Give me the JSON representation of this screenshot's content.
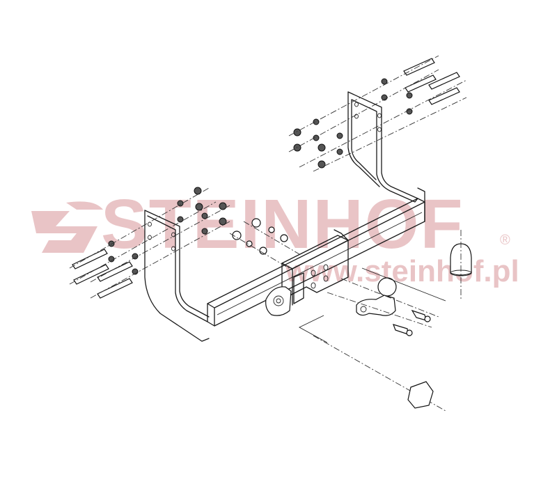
{
  "diagram": {
    "type": "exploded-assembly-drawing",
    "subject": "tow bar (hitch) assembly",
    "watermark": {
      "brand": "STEINHOF",
      "registered_mark": "®",
      "url": "www.steinhof.pl",
      "color": "#e9c4c6"
    },
    "parts": [
      {
        "name": "crossbeam",
        "label": ""
      },
      {
        "name": "left-mounting-bracket",
        "label": ""
      },
      {
        "name": "right-mounting-bracket",
        "label": ""
      },
      {
        "name": "tow-ball-neck",
        "label": ""
      },
      {
        "name": "ball-cover-cap",
        "label": ""
      },
      {
        "name": "socket-plate",
        "label": ""
      },
      {
        "name": "electrical-plug",
        "label": ""
      },
      {
        "name": "ball-mount-bolts",
        "label": ""
      },
      {
        "name": "bracket-bolts-left",
        "label": ""
      },
      {
        "name": "bracket-bolts-right",
        "label": ""
      },
      {
        "name": "nuts-and-washers",
        "label": ""
      }
    ]
  }
}
